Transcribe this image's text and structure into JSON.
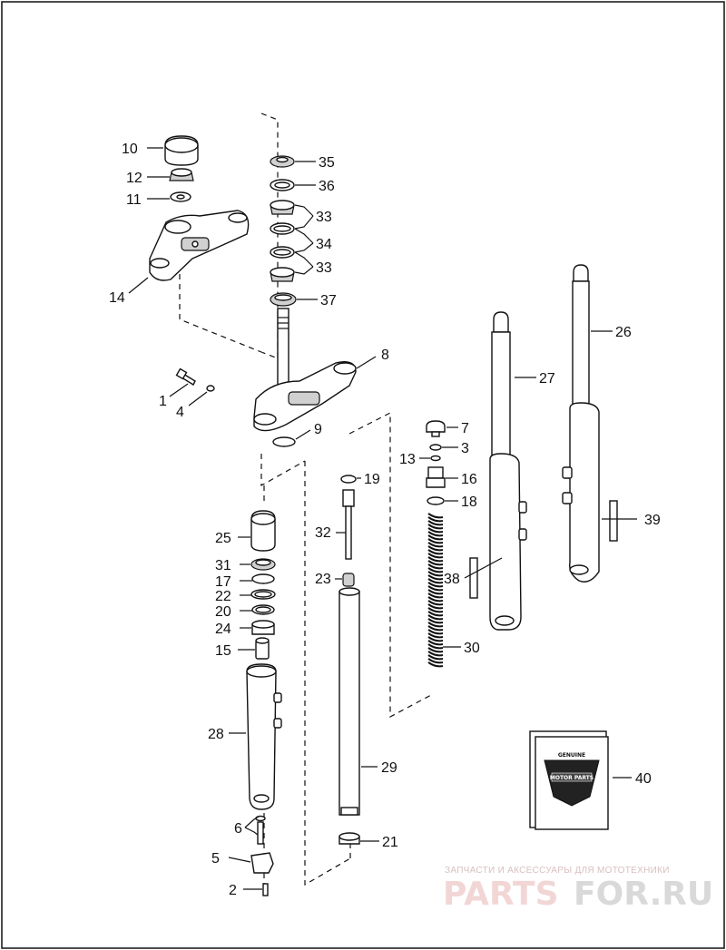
{
  "diagram": {
    "callouts": [
      {
        "id": "1",
        "label": "1"
      },
      {
        "id": "2",
        "label": "2"
      },
      {
        "id": "3",
        "label": "3"
      },
      {
        "id": "4",
        "label": "4"
      },
      {
        "id": "5",
        "label": "5"
      },
      {
        "id": "6",
        "label": "6"
      },
      {
        "id": "7",
        "label": "7"
      },
      {
        "id": "8",
        "label": "8"
      },
      {
        "id": "9",
        "label": "9"
      },
      {
        "id": "10",
        "label": "10"
      },
      {
        "id": "11",
        "label": "11"
      },
      {
        "id": "12",
        "label": "12"
      },
      {
        "id": "13",
        "label": "13"
      },
      {
        "id": "14",
        "label": "14"
      },
      {
        "id": "15",
        "label": "15"
      },
      {
        "id": "16",
        "label": "16"
      },
      {
        "id": "17",
        "label": "17"
      },
      {
        "id": "18",
        "label": "18"
      },
      {
        "id": "19",
        "label": "19"
      },
      {
        "id": "20",
        "label": "20"
      },
      {
        "id": "21",
        "label": "21"
      },
      {
        "id": "22",
        "label": "22"
      },
      {
        "id": "23",
        "label": "23"
      },
      {
        "id": "24",
        "label": "24"
      },
      {
        "id": "25",
        "label": "25"
      },
      {
        "id": "26",
        "label": "26"
      },
      {
        "id": "27",
        "label": "27"
      },
      {
        "id": "28",
        "label": "28"
      },
      {
        "id": "29",
        "label": "29"
      },
      {
        "id": "30",
        "label": "30"
      },
      {
        "id": "31",
        "label": "31"
      },
      {
        "id": "32",
        "label": "32"
      },
      {
        "id": "33a",
        "label": "33"
      },
      {
        "id": "33b",
        "label": "33"
      },
      {
        "id": "34",
        "label": "34"
      },
      {
        "id": "35",
        "label": "35"
      },
      {
        "id": "36",
        "label": "36"
      },
      {
        "id": "37",
        "label": "37"
      },
      {
        "id": "38",
        "label": "38"
      },
      {
        "id": "39",
        "label": "39"
      },
      {
        "id": "40",
        "label": "40"
      }
    ]
  },
  "book": {
    "line1": "GENUINE",
    "line2": "MOTOR PARTS"
  },
  "watermark": {
    "caption": "ЗАПЧАСТИ И АКСЕССУАРЫ ДЛЯ МОТОТЕХНИКИ",
    "brand_a": "PARTS",
    "brand_b": "FOR.RU"
  }
}
